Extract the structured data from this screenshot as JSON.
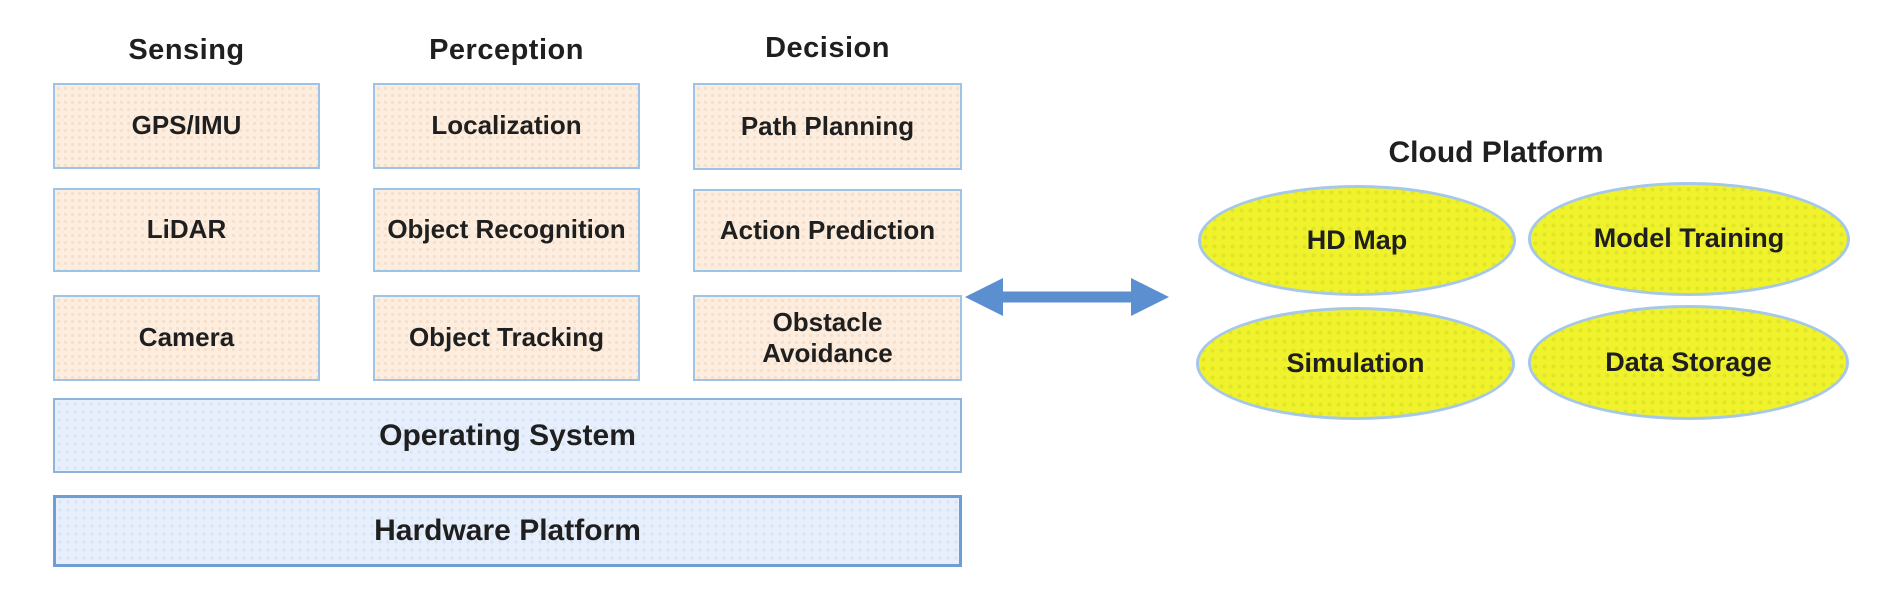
{
  "diagram": {
    "columns": [
      {
        "header": "Sensing",
        "boxes": [
          "GPS/IMU",
          "LiDAR",
          "Camera"
        ]
      },
      {
        "header": "Perception",
        "boxes": [
          "Localization",
          "Object Recognition",
          "Object Tracking"
        ]
      },
      {
        "header": "Decision",
        "boxes": [
          "Path Planning",
          "Action Prediction",
          "Obstacle Avoidance"
        ]
      }
    ],
    "layers": [
      {
        "label": "Operating System"
      },
      {
        "label": "Hardware Platform"
      }
    ],
    "cloud": {
      "title": "Cloud Platform",
      "nodes": [
        "HD Map",
        "Model Training",
        "Simulation",
        "Data Storage"
      ]
    },
    "connector": {
      "type": "double-headed-arrow"
    },
    "colors": {
      "box_fill": "#fcedde",
      "box_border": "#9dc3e6",
      "layer_fill": "#e6effb",
      "ellipse_fill": "#f0f22b",
      "ellipse_border": "#a5c8e9",
      "arrow": "#5b8fd0",
      "text": "#1f1f1f"
    }
  }
}
